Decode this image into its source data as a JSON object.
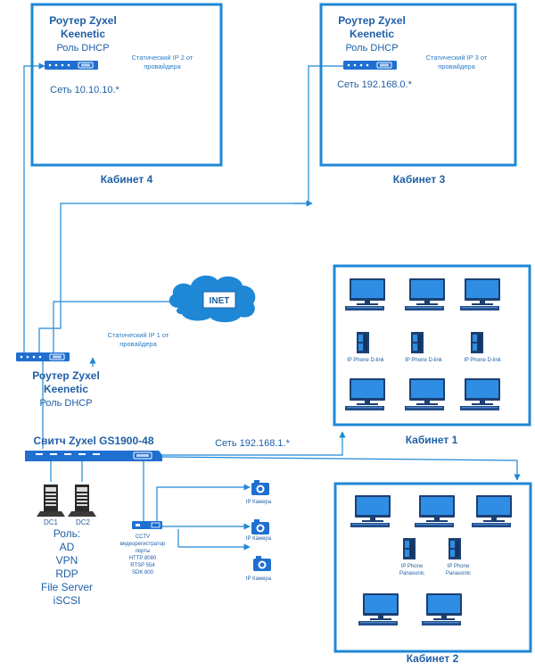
{
  "rooms": {
    "room4": {
      "title": "Кабинет 4"
    },
    "room3": {
      "title": "Кабинет 3"
    },
    "room1": {
      "title": "Кабинет 1"
    },
    "room2": {
      "title": "Кабинет 2"
    }
  },
  "router4": {
    "line1": "Роутер Zyxel",
    "line2": "Keenetic",
    "line3": "Роль DHCP",
    "static_ip_1": "Статический IP 2 от",
    "static_ip_2": "провайдера",
    "network": "Сеть 10.10.10.*"
  },
  "router3": {
    "line1": "Роутер Zyxel",
    "line2": "Keenetic",
    "line3": "Роль DHCP",
    "static_ip_1": "Статический IP 3 от",
    "static_ip_2": "провайдера",
    "network": "Сеть 192.168.0.*"
  },
  "main_router": {
    "line1": "Роутер Zyxel",
    "line2": "Keenetic",
    "line3": "Роль DHCP",
    "static_ip_1": "Статический IP 1 от",
    "static_ip_2": "провайдера"
  },
  "inet": {
    "label": "INET"
  },
  "switch": {
    "label": "Свитч Zyxel GS1900-48",
    "network": "Сеть 192.168.1.*"
  },
  "servers": {
    "dc1": "DC1",
    "dc2": "DC2",
    "roles_title": "Роль:",
    "roles": [
      "AD",
      "VPN",
      "RDP",
      "File Server",
      "iSCSI"
    ]
  },
  "cctv": {
    "lines": [
      "CCTV",
      "видеорегистратор",
      "порты",
      "HTTP 8080",
      "RTSP 554",
      "SDK 800"
    ],
    "camera_label": "IP Камера"
  },
  "room1": {
    "phone_label": "IP Phone D-link"
  },
  "room2": {
    "phone_line1": "IP Phone",
    "phone_line2": "Panasonic"
  },
  "colors": {
    "accent": "#1f88d6",
    "text": "#1f5fa6",
    "device_dark": "#1b3f73"
  }
}
